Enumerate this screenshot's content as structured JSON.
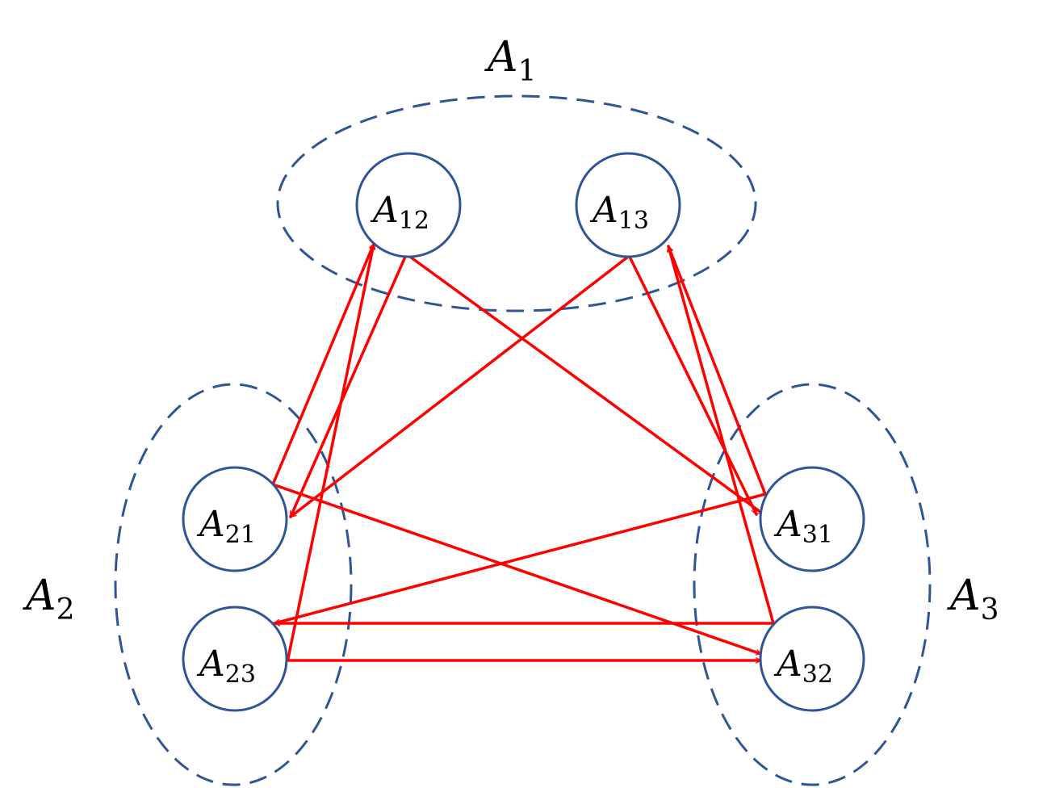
{
  "colors": {
    "group_border": "#2F5597",
    "node_border": "#2F5597",
    "edge": "#FF0000",
    "label_text": "#000000"
  },
  "groups": [
    {
      "id": "A1",
      "letter": "A",
      "sub": "1"
    },
    {
      "id": "A2",
      "letter": "A",
      "sub": "2"
    },
    {
      "id": "A3",
      "letter": "A",
      "sub": "3"
    }
  ],
  "nodes": [
    {
      "id": "A12",
      "letter": "A",
      "sub": "12",
      "group": "A1"
    },
    {
      "id": "A13",
      "letter": "A",
      "sub": "13",
      "group": "A1"
    },
    {
      "id": "A21",
      "letter": "A",
      "sub": "21",
      "group": "A2"
    },
    {
      "id": "A23",
      "letter": "A",
      "sub": "23",
      "group": "A2"
    },
    {
      "id": "A31",
      "letter": "A",
      "sub": "31",
      "group": "A3"
    },
    {
      "id": "A32",
      "letter": "A",
      "sub": "32",
      "group": "A3"
    }
  ],
  "edges": [
    {
      "from": "A21",
      "to": "A12"
    },
    {
      "from": "A12",
      "to": "A21"
    },
    {
      "from": "A23",
      "to": "A12"
    },
    {
      "from": "A12",
      "to": "A31"
    },
    {
      "from": "A13",
      "to": "A21"
    },
    {
      "from": "A13",
      "to": "A31"
    },
    {
      "from": "A31",
      "to": "A13"
    },
    {
      "from": "A32",
      "to": "A13"
    },
    {
      "from": "A21",
      "to": "A32"
    },
    {
      "from": "A31",
      "to": "A23"
    },
    {
      "from": "A32",
      "to": "A23"
    },
    {
      "from": "A23",
      "to": "A32"
    }
  ]
}
